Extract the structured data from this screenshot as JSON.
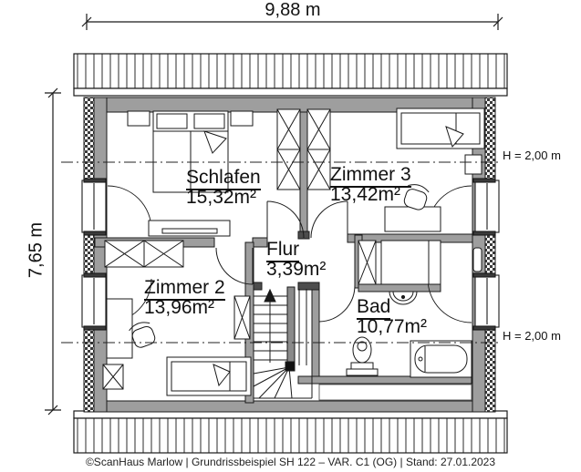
{
  "title": "Grundriss Obergeschoss (floor plan)",
  "dimensions": {
    "width_label": "9,88 m",
    "height_label": "7,65 m"
  },
  "height_lines": {
    "upper_label": "H = 2,00 m",
    "lower_label": "H = 2,00 m"
  },
  "rooms": {
    "schlafen": {
      "name": "Schlafen",
      "area": "15,32m²"
    },
    "zimmer3": {
      "name": "Zimmer 3",
      "area": "13,42m²"
    },
    "zimmer2": {
      "name": "Zimmer 2",
      "area": "13,96m²"
    },
    "flur": {
      "name": "Flur",
      "area": "3,39m²"
    },
    "bad": {
      "name": "Bad",
      "area": "10,77m²"
    }
  },
  "footer": {
    "text": "©ScanHaus Marlow | Grundrissbeispiel SH 122 – VAR. C1 (OG) | Stand: 27.01.2023"
  },
  "colors": {
    "wall": "#9e9e9e",
    "line": "#1a1a1a",
    "background": "#ffffff"
  }
}
